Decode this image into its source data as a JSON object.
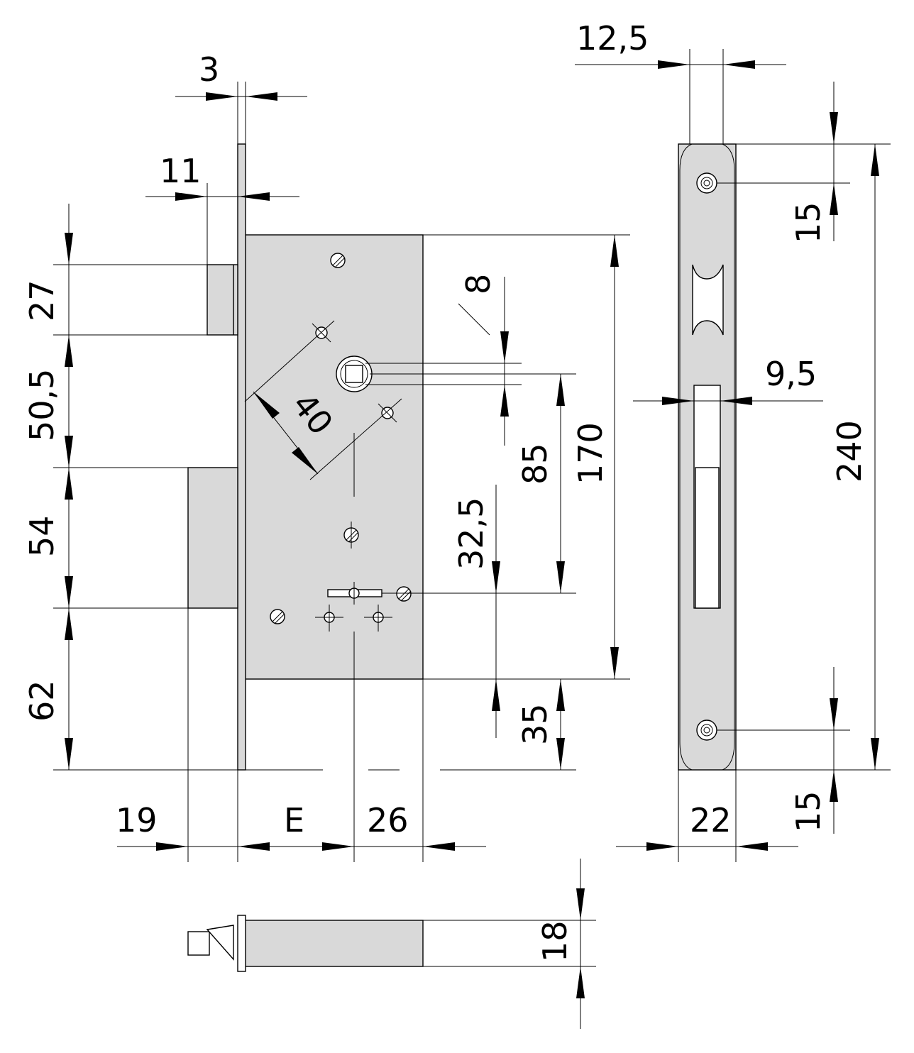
{
  "dimensions": {
    "faceplate_thickness": "3",
    "latch_offset": "11",
    "strike_depth": "12,5",
    "bolt_27": "27",
    "bolt_50_5": "50,5",
    "bolt_54": "54",
    "bolt_62": "62",
    "spindle_8": "8",
    "diag_40": "40",
    "dist_85": "85",
    "height_170": "170",
    "dist_32_5": "32,5",
    "dist_35": "35",
    "strike_15_top": "15",
    "strike_9_5": "9,5",
    "strike_240": "240",
    "strike_15_bottom": "15",
    "bottom_19": "19",
    "bottom_E": "E",
    "bottom_26": "26",
    "strike_22": "22",
    "side_18": "18"
  },
  "colors": {
    "body_fill": "#d9d9d9",
    "line": "#000000"
  }
}
